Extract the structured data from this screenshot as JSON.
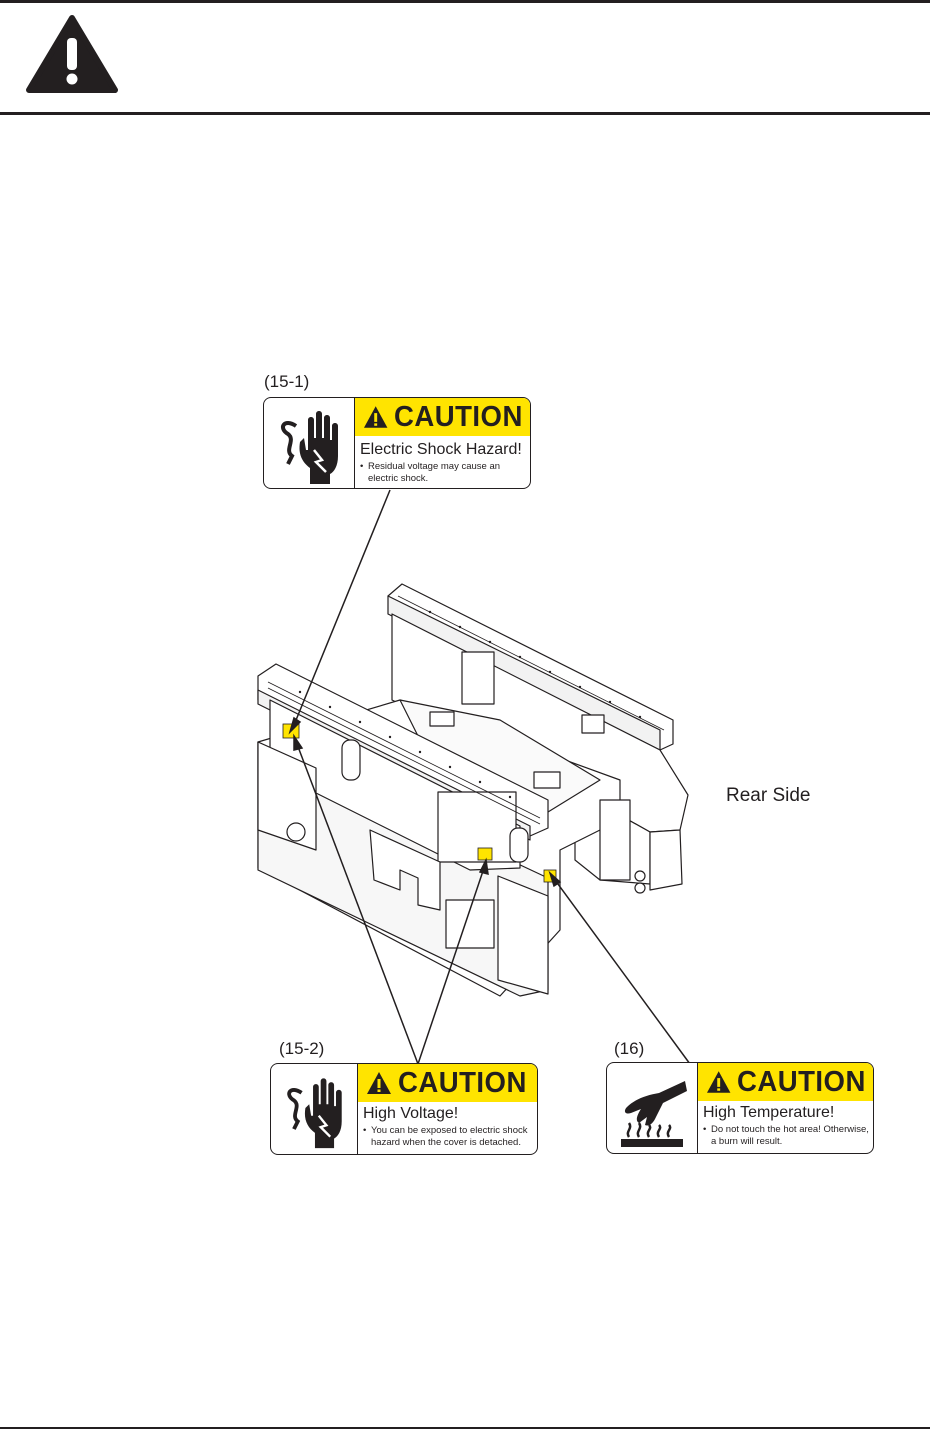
{
  "labels": {
    "l15_1": {
      "callout": "(15-1)",
      "signal_word": "CAUTION",
      "title": "Electric Shock Hazard!",
      "note_line1": "Residual voltage may cause an",
      "note_line2": "electric shock.",
      "icon": "electric-shock-hand-icon"
    },
    "l15_2": {
      "callout": "(15-2)",
      "signal_word": "CAUTION",
      "title": "High Voltage!",
      "note_line1": "You can be exposed to electric shock",
      "note_line2": "hazard when the cover is detached.",
      "icon": "electric-shock-hand-icon"
    },
    "l16": {
      "callout": "(16)",
      "signal_word": "CAUTION",
      "title": "High Temperature!",
      "note_line1": "Do not touch the hot area! Otherwise,",
      "note_line2": "a burn will result.",
      "icon": "hot-surface-hand-icon"
    }
  },
  "rear_side_label": "Rear Side",
  "colors": {
    "caution_yellow": "#ffe400",
    "ink": "#231f20"
  }
}
